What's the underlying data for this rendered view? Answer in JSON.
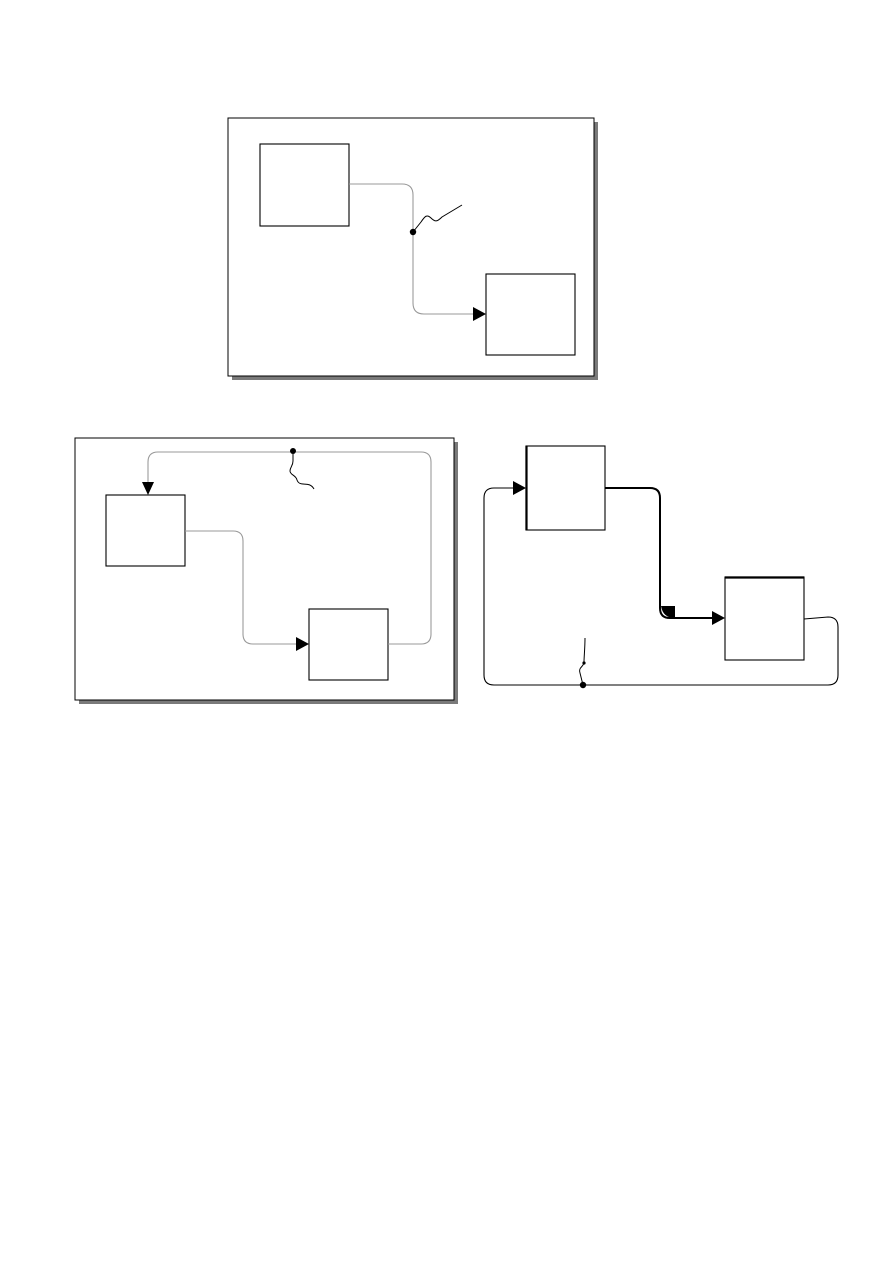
{
  "diagrams": [
    {
      "frame": "framed",
      "blocks": 2,
      "connections": [
        {
          "from": "block-1",
          "to": "block-2",
          "style": "gray-line",
          "branch_marker": "junction-with-squiggle-label"
        }
      ]
    },
    {
      "frame": "framed",
      "blocks": 2,
      "connections": [
        {
          "from": "block-1",
          "to": "block-2",
          "style": "gray-line"
        },
        {
          "from": "block-2",
          "to": "block-1",
          "style": "gray-line",
          "branch_marker": "junction-with-squiggle-label"
        }
      ]
    },
    {
      "frame": "unframed",
      "blocks": 2,
      "connections": [
        {
          "from": "block-1",
          "to": "block-2",
          "style": "black-bold-line"
        },
        {
          "from": "block-2",
          "to": "block-1",
          "style": "black-line",
          "branch_marker": "junction-with-squiggle-label"
        }
      ]
    }
  ],
  "colors": {
    "background": "#ffffff",
    "line": "#000000",
    "gray_wire": "#9a9a9a",
    "shadow": "#7a7a7a"
  }
}
